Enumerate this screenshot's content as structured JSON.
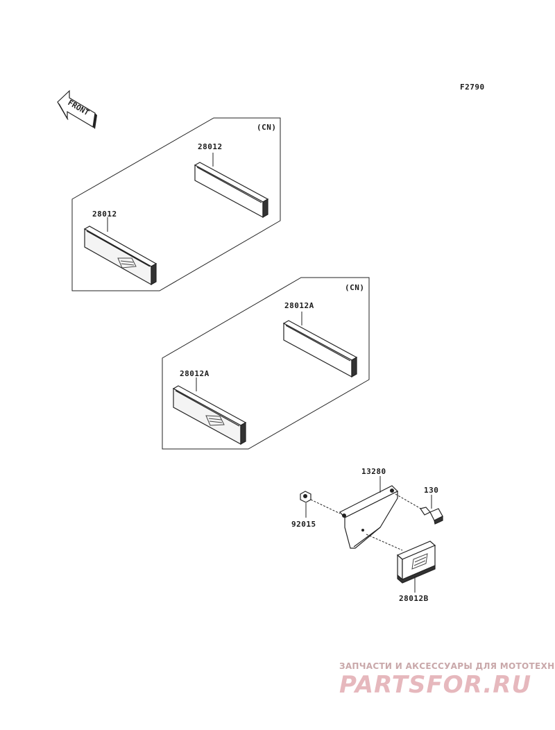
{
  "diagram": {
    "code": "F2790",
    "front_label": "FRONT",
    "group_variant": "(CN)",
    "parts": {
      "reflector_rear_a": "28012",
      "reflector_front_a": "28012",
      "reflector_rear_b": "28012A",
      "reflector_front_b": "28012A",
      "bracket": "13280",
      "bolt": "130",
      "nut": "92015",
      "reflector_plate": "28012B"
    }
  },
  "watermark": {
    "tagline": "ЗАПЧАСТИ И АКСЕССУАРЫ ДЛЯ МОТОТЕХНИКИ",
    "logo": "PARTSFOR.RU"
  },
  "colors": {
    "line": "#222222",
    "watermark_text": "#c9a8aa",
    "watermark_logo": "#e6b8bd"
  }
}
